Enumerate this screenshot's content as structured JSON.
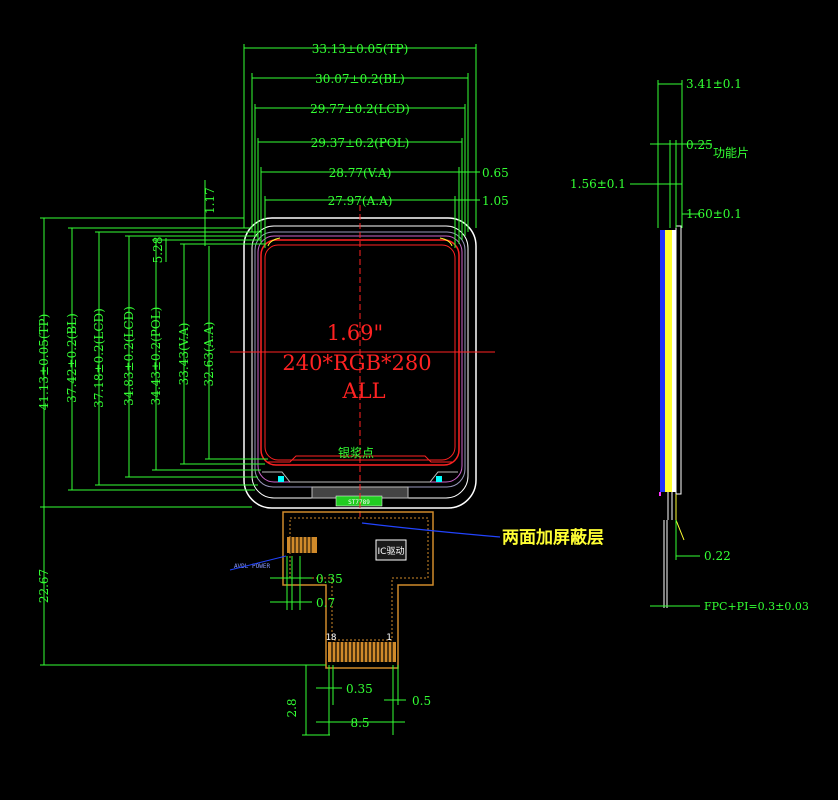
{
  "diagram": {
    "top_dimensions": {
      "tp": "33.13±0.05(TP)",
      "bl": "30.07±0.2(BL)",
      "lcd": "29.77±0.2(LCD)",
      "pol": "29.37±0.2(POL)",
      "va": "28.77(V.A)",
      "aa": "27.97(A.A)",
      "offset_065": "0.65",
      "offset_105": "1.05",
      "offset_117": "1.17"
    },
    "left_dimensions": {
      "tp": "41.13±0.05(TP)",
      "bl": "37.42±0.2(BL)",
      "lcd": "37.18±0.2(LCD)",
      "lcd2": "34.83±0.2(LCD)",
      "pol": "34.43±0.2(POL)",
      "va": "33.43(V.A)",
      "aa": "32.63(A.A)",
      "offset_528": "5.28",
      "fpc_length": "22.67"
    },
    "display": {
      "size": "1.69\"",
      "resolution": "240*RGB*280",
      "view": "ALL"
    },
    "labels": {
      "ground_point": "银浆点",
      "shield_note": "两面加屏蔽层",
      "ic_label": "IC驱动",
      "small_tag": "AVDL POWER",
      "pin_18": "18",
      "pin_1": "1",
      "chip_label": "ST7789"
    },
    "fpc_dimensions": {
      "d_035_upper": "0.35",
      "d_07": "0.7",
      "d_035_lower": "0.35",
      "d_05": "0.5",
      "d_28": "2.8",
      "d_85": "8.5"
    },
    "side_view": {
      "total": "3.41±0.1",
      "function_film_value": "0.25",
      "function_film_label": "功能片",
      "tp_thickness": "1.56±0.1",
      "lcd_thickness": "1.60±0.1",
      "fpc_offset": "0.22",
      "fpc_pi": "FPC+PI=0.3±0.03"
    },
    "colors": {
      "background": "#000000",
      "dimension": "#33ff33",
      "active_area": "#ff2222",
      "note": "#ffff33",
      "outline": "#ffffff",
      "fpc": "#d08a2a",
      "leader": "#2244ff"
    }
  }
}
